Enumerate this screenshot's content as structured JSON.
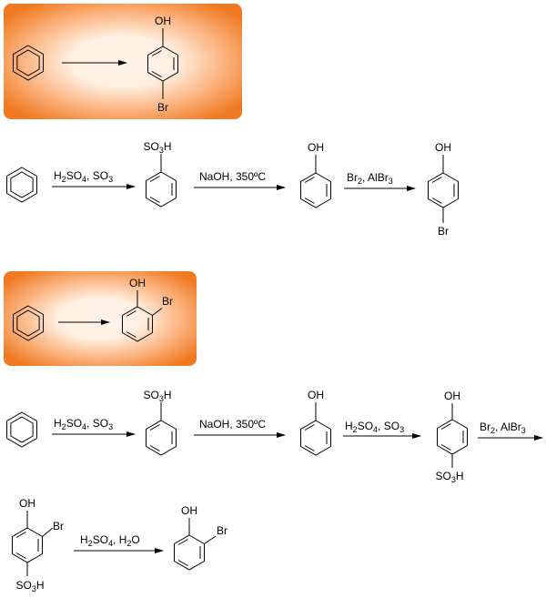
{
  "substituents": {
    "oh": "OH",
    "br": "Br",
    "so3h_prefix": "SO",
    "so3h_sub": "3",
    "so3h_suffix": "H"
  },
  "reagents": {
    "sulfonation_1": "H",
    "sulfonation_2": "2",
    "sulfonation_3": "SO",
    "sulfonation_4": "4",
    "sulfonation_5": ", SO",
    "sulfonation_6": "3",
    "naoh": "NaOH, 350ºC",
    "bromination_1": "Br",
    "bromination_2": "2",
    "bromination_3": ", AlBr",
    "bromination_4": "3",
    "bromination_alt_1": "Br",
    "bromination_alt_2": "2",
    "bromination_alt_3": ", AlBr",
    "bromination_alt_4": "3",
    "desulfonation_1": "H",
    "desulfonation_2": "2",
    "desulfonation_3": "SO",
    "desulfonation_4": "4",
    "desulfonation_5": ", H",
    "desulfonation_6": "2",
    "desulfonation_7": "O"
  },
  "colors": {
    "box_center": "#fff3e8",
    "box_mid": "#fbb07a",
    "box_edge": "#ef7a22",
    "ink": "#000000"
  }
}
